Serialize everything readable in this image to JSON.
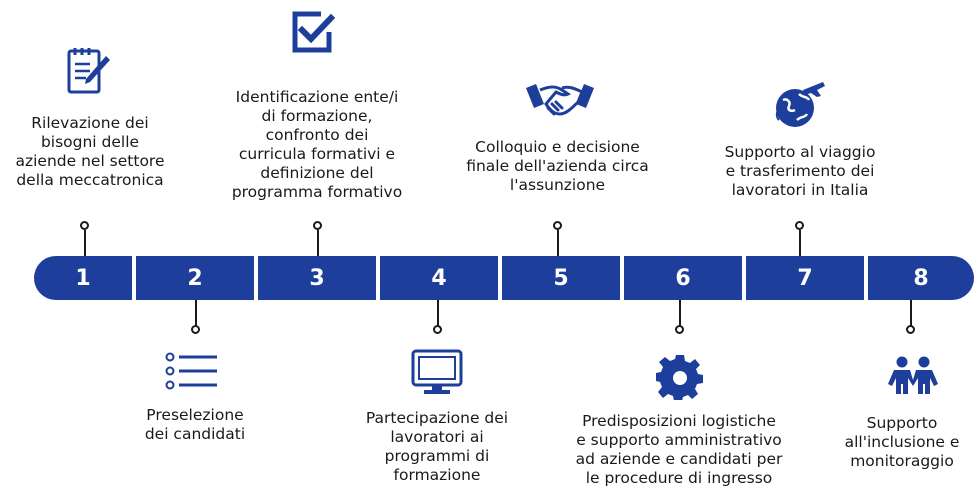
{
  "colors": {
    "primary": "#1e3e9b",
    "connector": "#1a1a1a",
    "text": "#1a1a1a"
  },
  "steps": [
    {
      "number": "1",
      "label": "Rilevazione dei\nbisogni delle\naziende nel settore\ndella meccatronica",
      "icon": "checklist-pencil-icon"
    },
    {
      "number": "2",
      "label": "Preselezione\ndei candidati",
      "icon": "list-icon"
    },
    {
      "number": "3",
      "label": "Identificazione ente/i\ndi formazione,\nconfronto dei\ncurricula formativi e\ndefinizione del\nprogramma formativo",
      "icon": "checkbox-icon"
    },
    {
      "number": "4",
      "label": "Partecipazione dei\nlavoratori ai\nprogrammi di\nformazione",
      "icon": "monitor-icon"
    },
    {
      "number": "5",
      "label": "Colloquio e decisione\nfinale dell'azienda circa\nl'assunzione",
      "icon": "handshake-icon"
    },
    {
      "number": "6",
      "label": "Predisposizioni logistiche\ne supporto amministrativo\nad aziende e candidati per\nle procedure di ingresso",
      "icon": "gear-icon"
    },
    {
      "number": "7",
      "label": "Supporto al viaggio\ne trasferimento dei\nlavoratori in Italia",
      "icon": "globe-plane-icon"
    },
    {
      "number": "8",
      "label": "Supporto\nall'inclusione e\nmonitoraggio",
      "icon": "people-icon"
    }
  ]
}
